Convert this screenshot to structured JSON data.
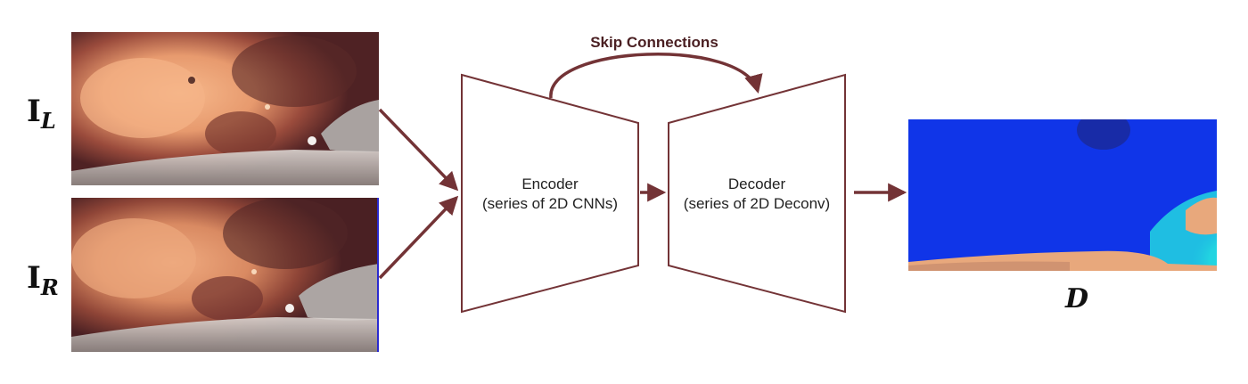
{
  "inputs": {
    "left_symbol": "I",
    "left_subscript": "L",
    "right_symbol": "I",
    "right_subscript": "R"
  },
  "encoder": {
    "title": "Encoder",
    "subtitle": "(series of 2D CNNs)"
  },
  "decoder": {
    "title": "Decoder",
    "subtitle": "(series of 2D Deconv)"
  },
  "skip_label": "Skip Connections",
  "output_label": "D",
  "colors": {
    "arrow": "#733336",
    "trapezoid_stroke": "#733336",
    "tissue_bright": "#f0a878",
    "tissue_dark": "#5a2a28",
    "depth_blue": "#1035e8",
    "depth_dark_blue": "#1a2aa0",
    "depth_cyan": "#22d6e0",
    "depth_peach": "#e8a87c"
  }
}
